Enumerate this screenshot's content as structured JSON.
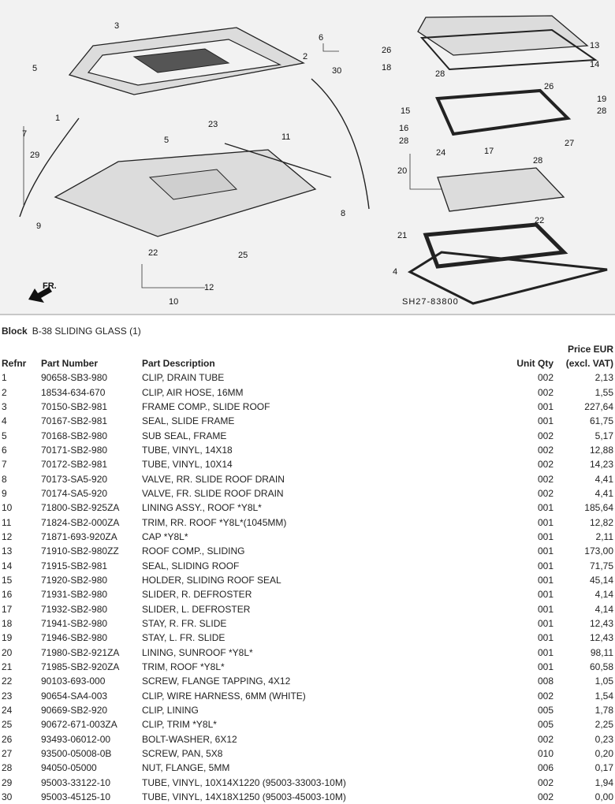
{
  "diagram": {
    "callouts": [
      "3",
      "5",
      "6",
      "2",
      "30",
      "1",
      "7",
      "29",
      "9",
      "23",
      "5",
      "11",
      "8",
      "22",
      "25",
      "12",
      "10",
      "26",
      "18",
      "28",
      "13",
      "14",
      "26",
      "19",
      "28",
      "15",
      "16",
      "28",
      "24",
      "17",
      "28",
      "27",
      "20",
      "22",
      "21",
      "4"
    ],
    "direction_label": "FR.",
    "drawing_code": "SH27-83800"
  },
  "block": {
    "label": "Block",
    "title": "B-38 SLIDING GLASS (1)"
  },
  "table": {
    "headers": {
      "refnr": "Refnr",
      "part_number": "Part Number",
      "description": "Part Description",
      "qty": "Unit Qty",
      "price_line1": "Price EUR",
      "price_line2": "(excl. VAT)"
    },
    "rows": [
      [
        "1",
        "90658-SB3-980",
        "CLIP, DRAIN TUBE",
        "002",
        "2,13"
      ],
      [
        "2",
        "18534-634-670",
        "CLIP, AIR HOSE, 16MM",
        "002",
        "1,55"
      ],
      [
        "3",
        "70150-SB2-981",
        "FRAME COMP., SLIDE ROOF",
        "001",
        "227,64"
      ],
      [
        "4",
        "70167-SB2-981",
        "SEAL, SLIDE FRAME",
        "001",
        "61,75"
      ],
      [
        "5",
        "70168-SB2-980",
        "SUB SEAL, FRAME",
        "002",
        "5,17"
      ],
      [
        "6",
        "70171-SB2-980",
        "TUBE, VINYL, 14X18",
        "002",
        "12,88"
      ],
      [
        "7",
        "70172-SB2-981",
        "TUBE, VINYL, 10X14",
        "002",
        "14,23"
      ],
      [
        "8",
        "70173-SA5-920",
        "VALVE, RR. SLIDE ROOF DRAIN",
        "002",
        "4,41"
      ],
      [
        "9",
        "70174-SA5-920",
        "VALVE, FR. SLIDE ROOF DRAIN",
        "002",
        "4,41"
      ],
      [
        "10",
        "71800-SB2-925ZA",
        "LINING ASSY., ROOF *Y8L*",
        "001",
        "185,64"
      ],
      [
        "11",
        "71824-SB2-000ZA",
        "TRIM, RR. ROOF *Y8L*(1045MM)",
        "001",
        "12,82"
      ],
      [
        "12",
        "71871-693-920ZA",
        "CAP *Y8L*",
        "001",
        "2,11"
      ],
      [
        "13",
        "71910-SB2-980ZZ",
        "ROOF COMP., SLIDING",
        "001",
        "173,00"
      ],
      [
        "14",
        "71915-SB2-981",
        "SEAL, SLIDING ROOF",
        "001",
        "71,75"
      ],
      [
        "15",
        "71920-SB2-980",
        "HOLDER, SLIDING ROOF SEAL",
        "001",
        "45,14"
      ],
      [
        "16",
        "71931-SB2-980",
        "SLIDER, R. DEFROSTER",
        "001",
        "4,14"
      ],
      [
        "17",
        "71932-SB2-980",
        "SLIDER, L. DEFROSTER",
        "001",
        "4,14"
      ],
      [
        "18",
        "71941-SB2-980",
        "STAY, R. FR. SLIDE",
        "001",
        "12,43"
      ],
      [
        "19",
        "71946-SB2-980",
        "STAY, L. FR. SLIDE",
        "001",
        "12,43"
      ],
      [
        "20",
        "71980-SB2-921ZA",
        "LINING, SUNROOF *Y8L*",
        "001",
        "98,11"
      ],
      [
        "21",
        "71985-SB2-920ZA",
        "TRIM, ROOF *Y8L*",
        "001",
        "60,58"
      ],
      [
        "22",
        "90103-693-000",
        "SCREW, FLANGE TAPPING, 4X12",
        "008",
        "1,05"
      ],
      [
        "23",
        "90654-SA4-003",
        "CLIP, WIRE HARNESS, 6MM (WHITE)",
        "002",
        "1,54"
      ],
      [
        "24",
        "90669-SB2-920",
        "CLIP, LINING",
        "005",
        "1,78"
      ],
      [
        "25",
        "90672-671-003ZA",
        "CLIP, TRIM *Y8L*",
        "005",
        "2,25"
      ],
      [
        "26",
        "93493-06012-00",
        "BOLT-WASHER, 6X12",
        "002",
        "0,23"
      ],
      [
        "27",
        "93500-05008-0B",
        "SCREW, PAN, 5X8",
        "010",
        "0,20"
      ],
      [
        "28",
        "94050-05000",
        "NUT, FLANGE, 5MM",
        "006",
        "0,17"
      ],
      [
        "29",
        "95003-33122-10",
        "TUBE, VINYL, 10X14X1220 (95003-33003-10M)",
        "002",
        "1,94"
      ],
      [
        "30",
        "95003-45125-10",
        "TUBE, VINYL, 14X18X1250 (95003-45003-10M)",
        "002",
        "0,00"
      ]
    ]
  }
}
